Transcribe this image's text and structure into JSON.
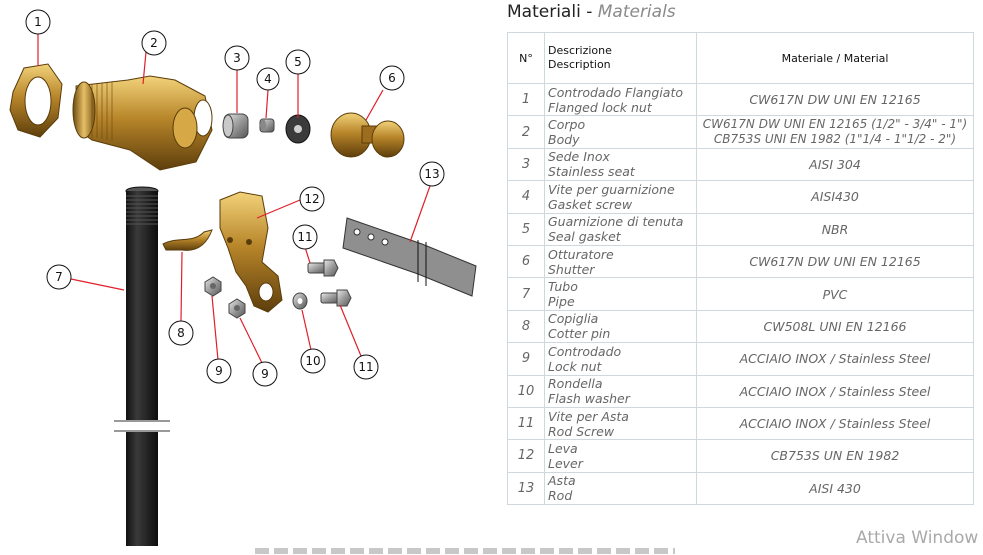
{
  "title": {
    "main": "Materiali - ",
    "en": "Materials"
  },
  "table": {
    "headers": {
      "n": "N°",
      "desc_it": "Descrizione",
      "desc_en": "Description",
      "material": "Materiale / Material"
    },
    "rows": [
      {
        "n": "1",
        "it": "Controdado Flangiato",
        "en": "Flanged lock nut",
        "m1": "CW617N DW UNI EN 12165",
        "m2": ""
      },
      {
        "n": "2",
        "it": "Corpo",
        "en": "Body",
        "m1": "CW617N DW UNI EN 12165 (1/2\" - 3/4\" - 1\")",
        "m2": "CB753S UNI EN 1982 (1\"1/4 - 1\"1/2 - 2\")"
      },
      {
        "n": "3",
        "it": "Sede Inox",
        "en": "Stainless seat",
        "m1": "AISI 304",
        "m2": ""
      },
      {
        "n": "4",
        "it": "Vite per guarnizione",
        "en": "Gasket screw",
        "m1": "AISI430",
        "m2": ""
      },
      {
        "n": "5",
        "it": "Guarnizione di tenuta",
        "en": "Seal gasket",
        "m1": "NBR",
        "m2": ""
      },
      {
        "n": "6",
        "it": "Otturatore",
        "en": "Shutter",
        "m1": "CW617N DW UNI EN 12165",
        "m2": ""
      },
      {
        "n": "7",
        "it": "Tubo",
        "en": "Pipe",
        "m1": "PVC",
        "m2": ""
      },
      {
        "n": "8",
        "it": "Copiglia",
        "en": "Cotter pin",
        "m1": "CW508L UNI EN 12166",
        "m2": ""
      },
      {
        "n": "9",
        "it": "Controdado",
        "en": "Lock nut",
        "m1": "ACCIAIO INOX / Stainless Steel",
        "m2": ""
      },
      {
        "n": "10",
        "it": "Rondella",
        "en": "Flash washer",
        "m1": "ACCIAIO INOX / Stainless Steel",
        "m2": ""
      },
      {
        "n": "11",
        "it": "Vite per Asta",
        "en": "Rod Screw",
        "m1": "ACCIAIO INOX / Stainless Steel",
        "m2": ""
      },
      {
        "n": "12",
        "it": "Leva",
        "en": "Lever",
        "m1": "CB753S UN EN 1982",
        "m2": ""
      },
      {
        "n": "13",
        "it": "Asta",
        "en": "Rod",
        "m1": "AISI 430",
        "m2": ""
      }
    ]
  },
  "callouts": [
    "1",
    "2",
    "3",
    "4",
    "5",
    "6",
    "7",
    "8",
    "9",
    "9",
    "10",
    "11",
    "11",
    "12",
    "13"
  ],
  "watermark": "Attiva Window",
  "colors": {
    "brass": "#b8862a",
    "callout_line": "#e0202a",
    "table_border": "#3d7fa8",
    "pipe": "#1e1e1e"
  }
}
